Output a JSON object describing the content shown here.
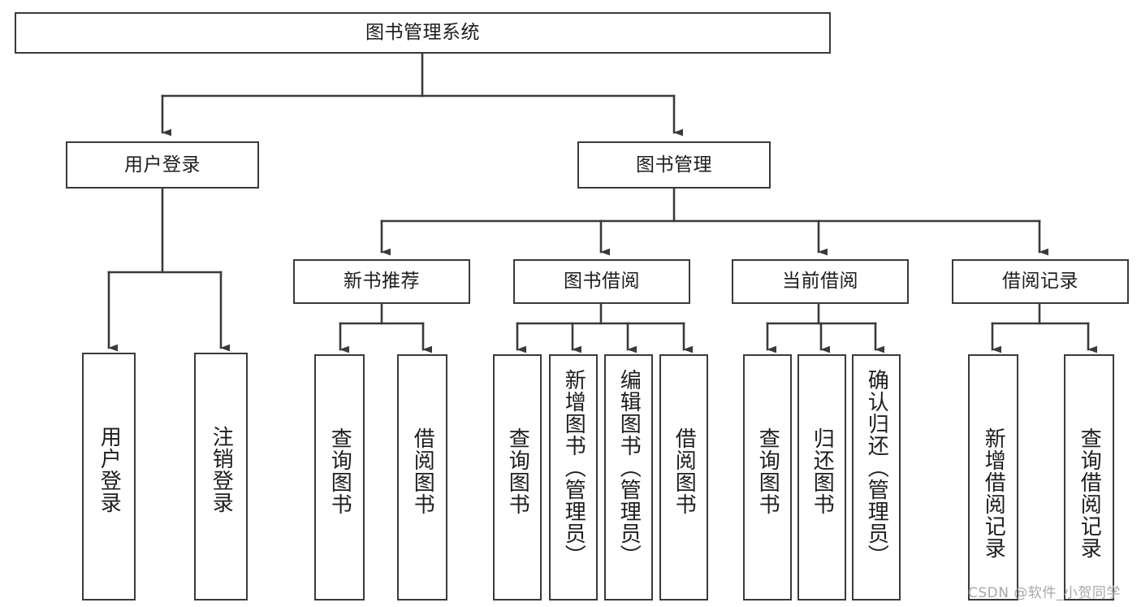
{
  "diagram": {
    "type": "tree",
    "title": "图书管理系统",
    "orientation": "top-down",
    "colors": {
      "box_border": "#3a3a3a",
      "box_fill": "#ffffff",
      "connector": "#3a3a3a",
      "text": "#1d1d1d",
      "watermark": "#a8a8a8"
    },
    "root": {
      "id": "root",
      "label": "图书管理系统",
      "orientation": "horizontal"
    },
    "level2": [
      {
        "id": "user-login",
        "label": "用户登录",
        "orientation": "horizontal"
      },
      {
        "id": "book-manage",
        "label": "图书管理",
        "orientation": "horizontal"
      }
    ],
    "level3": [
      {
        "id": "new-book-recommend",
        "label": "新书推荐",
        "orientation": "horizontal",
        "parent": "book-manage"
      },
      {
        "id": "book-borrow",
        "label": "图书借阅",
        "orientation": "horizontal",
        "parent": "book-manage"
      },
      {
        "id": "current-borrow",
        "label": "当前借阅",
        "orientation": "horizontal",
        "parent": "book-manage"
      },
      {
        "id": "borrow-record",
        "label": "借阅记录",
        "orientation": "horizontal",
        "parent": "book-manage"
      }
    ],
    "leaves": [
      {
        "id": "leaf-user-login",
        "label": "用户登录",
        "parent": "user-login",
        "orientation": "vertical"
      },
      {
        "id": "leaf-user-logout",
        "label": "注销登录",
        "parent": "user-login",
        "orientation": "vertical"
      },
      {
        "id": "leaf-query-book-1",
        "label": "查询图书",
        "parent": "new-book-recommend",
        "orientation": "vertical"
      },
      {
        "id": "leaf-borrow-book-1",
        "label": "借阅图书",
        "parent": "new-book-recommend",
        "orientation": "vertical"
      },
      {
        "id": "leaf-query-book-2",
        "label": "查询图书",
        "parent": "book-borrow",
        "orientation": "vertical"
      },
      {
        "id": "leaf-add-book",
        "label": "新增图书（管理员）",
        "parent": "book-borrow",
        "orientation": "vertical"
      },
      {
        "id": "leaf-edit-book",
        "label": "编辑图书（管理员）",
        "parent": "book-borrow",
        "orientation": "vertical"
      },
      {
        "id": "leaf-borrow-book-2",
        "label": "借阅图书",
        "parent": "book-borrow",
        "orientation": "vertical"
      },
      {
        "id": "leaf-query-book-3",
        "label": "查询图书",
        "parent": "current-borrow",
        "orientation": "vertical"
      },
      {
        "id": "leaf-return-book",
        "label": "归还图书",
        "parent": "current-borrow",
        "orientation": "vertical"
      },
      {
        "id": "leaf-confirm-return",
        "label": "确认归还（管理员）",
        "parent": "current-borrow",
        "orientation": "vertical"
      },
      {
        "id": "leaf-add-record",
        "label": "新增借阅记录",
        "parent": "borrow-record",
        "orientation": "vertical"
      },
      {
        "id": "leaf-query-record",
        "label": "查询借阅记录",
        "parent": "borrow-record",
        "orientation": "vertical"
      }
    ]
  },
  "watermark": {
    "text": "CSDN @软件_小贺同学"
  }
}
